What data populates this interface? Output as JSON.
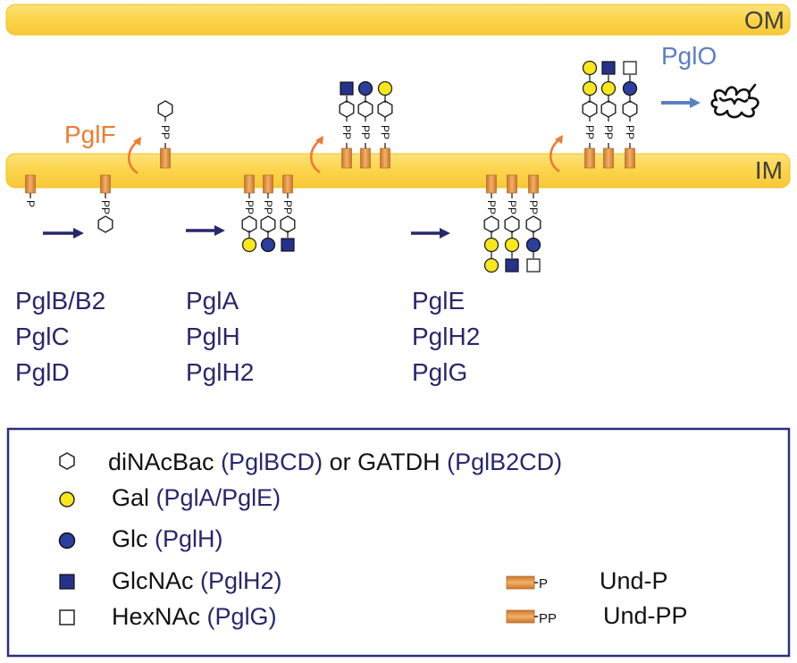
{
  "membranes": {
    "outer": "OM",
    "inner": "IM"
  },
  "labels": {
    "p": "P",
    "pp": "PP"
  },
  "flippase": "PglF",
  "oligosaccharyltransferase": "PglO",
  "enzyme_groups": [
    [
      "PglB/B2",
      "PglC",
      "PglD"
    ],
    [
      "PglA",
      "PglH",
      "PglH2"
    ],
    [
      "PglE",
      "PglH2",
      "PglG"
    ]
  ],
  "legend": {
    "items": [
      {
        "icon": "hexagon-icon",
        "name": "diNAcBac",
        "paren1": "(PglBCD)",
        "or": "or",
        "name2": "GATDH",
        "paren2": "(PglB2CD)"
      },
      {
        "icon": "yellow-circle-icon",
        "name": "Gal",
        "paren1": "(PglA/PglE)"
      },
      {
        "icon": "blue-circle-icon",
        "name": "Glc",
        "paren1": "(PglH)"
      },
      {
        "icon": "blue-square-icon",
        "name": "GlcNAc",
        "paren1": "(PglH2)"
      },
      {
        "icon": "white-square-icon",
        "name": "HexNAc",
        "paren1": "(PglG)"
      }
    ],
    "und_p": {
      "tag": "P",
      "label": "Und-P"
    },
    "und_pp": {
      "tag": "PP",
      "label": "Und-PP"
    }
  },
  "colors": {
    "membrane": "#fcd95a",
    "membrane_edge": "#f2c21f",
    "lipid": "#e6994a",
    "gal": "#f8e71c",
    "glc": "#2b3f9c",
    "glcnac": "#26328a",
    "enzyme_text": "#28276b",
    "pglf": "#ee7b34",
    "pglo": "#5b7fc4",
    "legend_border": "#2b2f7e"
  }
}
